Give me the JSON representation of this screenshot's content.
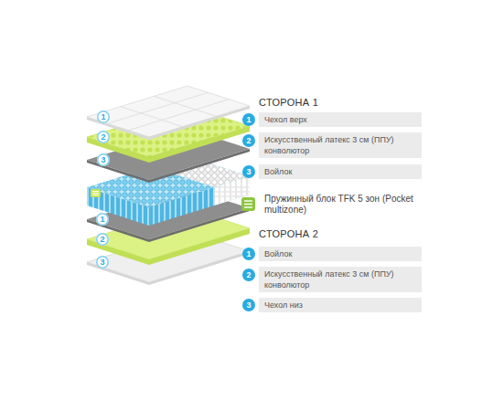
{
  "diagram": {
    "nodes": [
      {
        "text": [
          "1"
        ]
      },
      {
        "text": [
          "2"
        ]
      },
      {
        "text": [
          "3"
        ]
      },
      {
        "text": [
          "1"
        ]
      },
      {
        "text": [
          "2"
        ]
      },
      {
        "text": [
          "3"
        ]
      },
      {
        "text": [
          "1"
        ]
      },
      {
        "text": [
          "Чехол верх"
        ]
      },
      {
        "text": [
          "2"
        ]
      },
      {
        "text": [
          "Искусственный латекс 3 см (ППУ) конволютор"
        ]
      },
      {
        "text": [
          "3"
        ]
      },
      {
        "text": [
          "Войлок"
        ]
      },
      {
        "text": [
          "1"
        ]
      },
      {
        "text": [
          "Войлок"
        ]
      },
      {
        "text": [
          "2"
        ]
      },
      {
        "text": [
          "Искусственный латекс 3 см (ППУ) конволютор"
        ]
      },
      {
        "text": [
          "3"
        ]
      },
      {
        "text": [
          "Чехол низ"
        ]
      }
    ],
    "labels": [
      "СТОРОНА 1",
      "Пружинный блок TFK 5 зон (Pocket multizone)",
      "СТОРОНА 2"
    ]
  }
}
